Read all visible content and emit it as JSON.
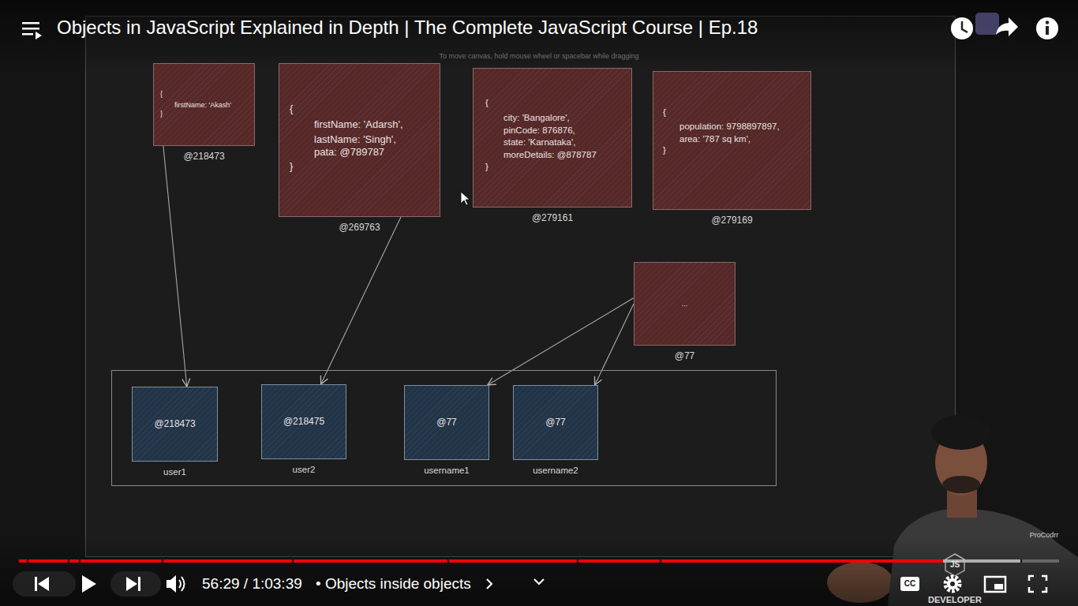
{
  "diagram": {
    "title": "Objects in JavaScript Explained in Depth | The Complete JavaScript Course | Ep.18",
    "nodes": [
      {
        "text": [
          "{",
          "firstName: 'Akash'",
          "}",
          "@218473"
        ]
      },
      {
        "text": [
          "{",
          "firstName: 'Adarsh',",
          "lastName: 'Singh',",
          "pata: @789787",
          "}",
          "@269763"
        ]
      },
      {
        "text": [
          "{",
          "city: 'Bangalore',",
          "pinCode: 876876,",
          "state: 'Karnataka',",
          "moreDetails: @878787",
          "}",
          "@279161"
        ]
      },
      {
        "text": [
          "{",
          "population: 9798897897,",
          "area: '787 sq km',",
          "}",
          "@279169"
        ]
      },
      {
        "text": [
          "...",
          "@77"
        ]
      },
      {
        "text": []
      },
      {
        "text": [
          "@218473",
          "user1"
        ],
        "in": 5
      },
      {
        "text": [
          "@218475",
          "user2"
        ],
        "in": 5
      },
      {
        "text": [
          "@77",
          "username1"
        ],
        "in": 5
      },
      {
        "text": [
          "@77",
          "username2"
        ],
        "in": 5
      }
    ],
    "edges": [
      {
        "from": 0,
        "to": 6,
        "arrow": "to"
      },
      {
        "from": 1,
        "to": 7,
        "arrow": "to"
      },
      {
        "from": 4,
        "to": 8,
        "arrow": "to"
      },
      {
        "from": 4,
        "to": 9,
        "arrow": "to"
      }
    ],
    "labels": [
      "To move canvas, hold mouse wheel or spacebar while dragging",
      "56:29 / 1:03:39",
      "• Objects inside objects",
      "CC",
      "ProCodrr",
      "JS",
      "DEVELOPER"
    ]
  }
}
